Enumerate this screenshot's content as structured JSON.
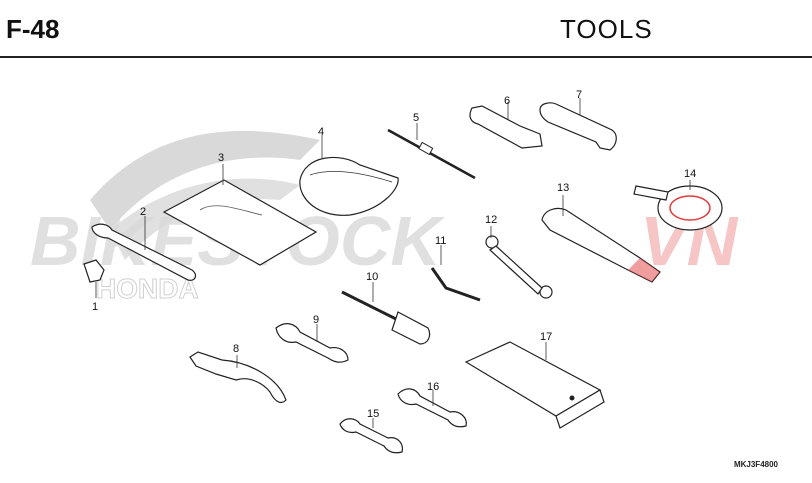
{
  "header": {
    "code": "F-48",
    "title": "TOOLS"
  },
  "watermark": {
    "text": "BIKESTOCK",
    "suffix": "VN",
    "colors": {
      "main": "#d9d9d9",
      "suffix": "#f4b7b7"
    }
  },
  "logo": {
    "brand": "HONDA"
  },
  "callouts": [
    "1",
    "2",
    "3",
    "4",
    "5",
    "6",
    "7",
    "8",
    "9",
    "10",
    "11",
    "12",
    "13",
    "14",
    "15",
    "16",
    "17"
  ],
  "reference_code": "MKJ3F4800",
  "colors": {
    "accent": "#e03c3c",
    "line": "#222222"
  }
}
